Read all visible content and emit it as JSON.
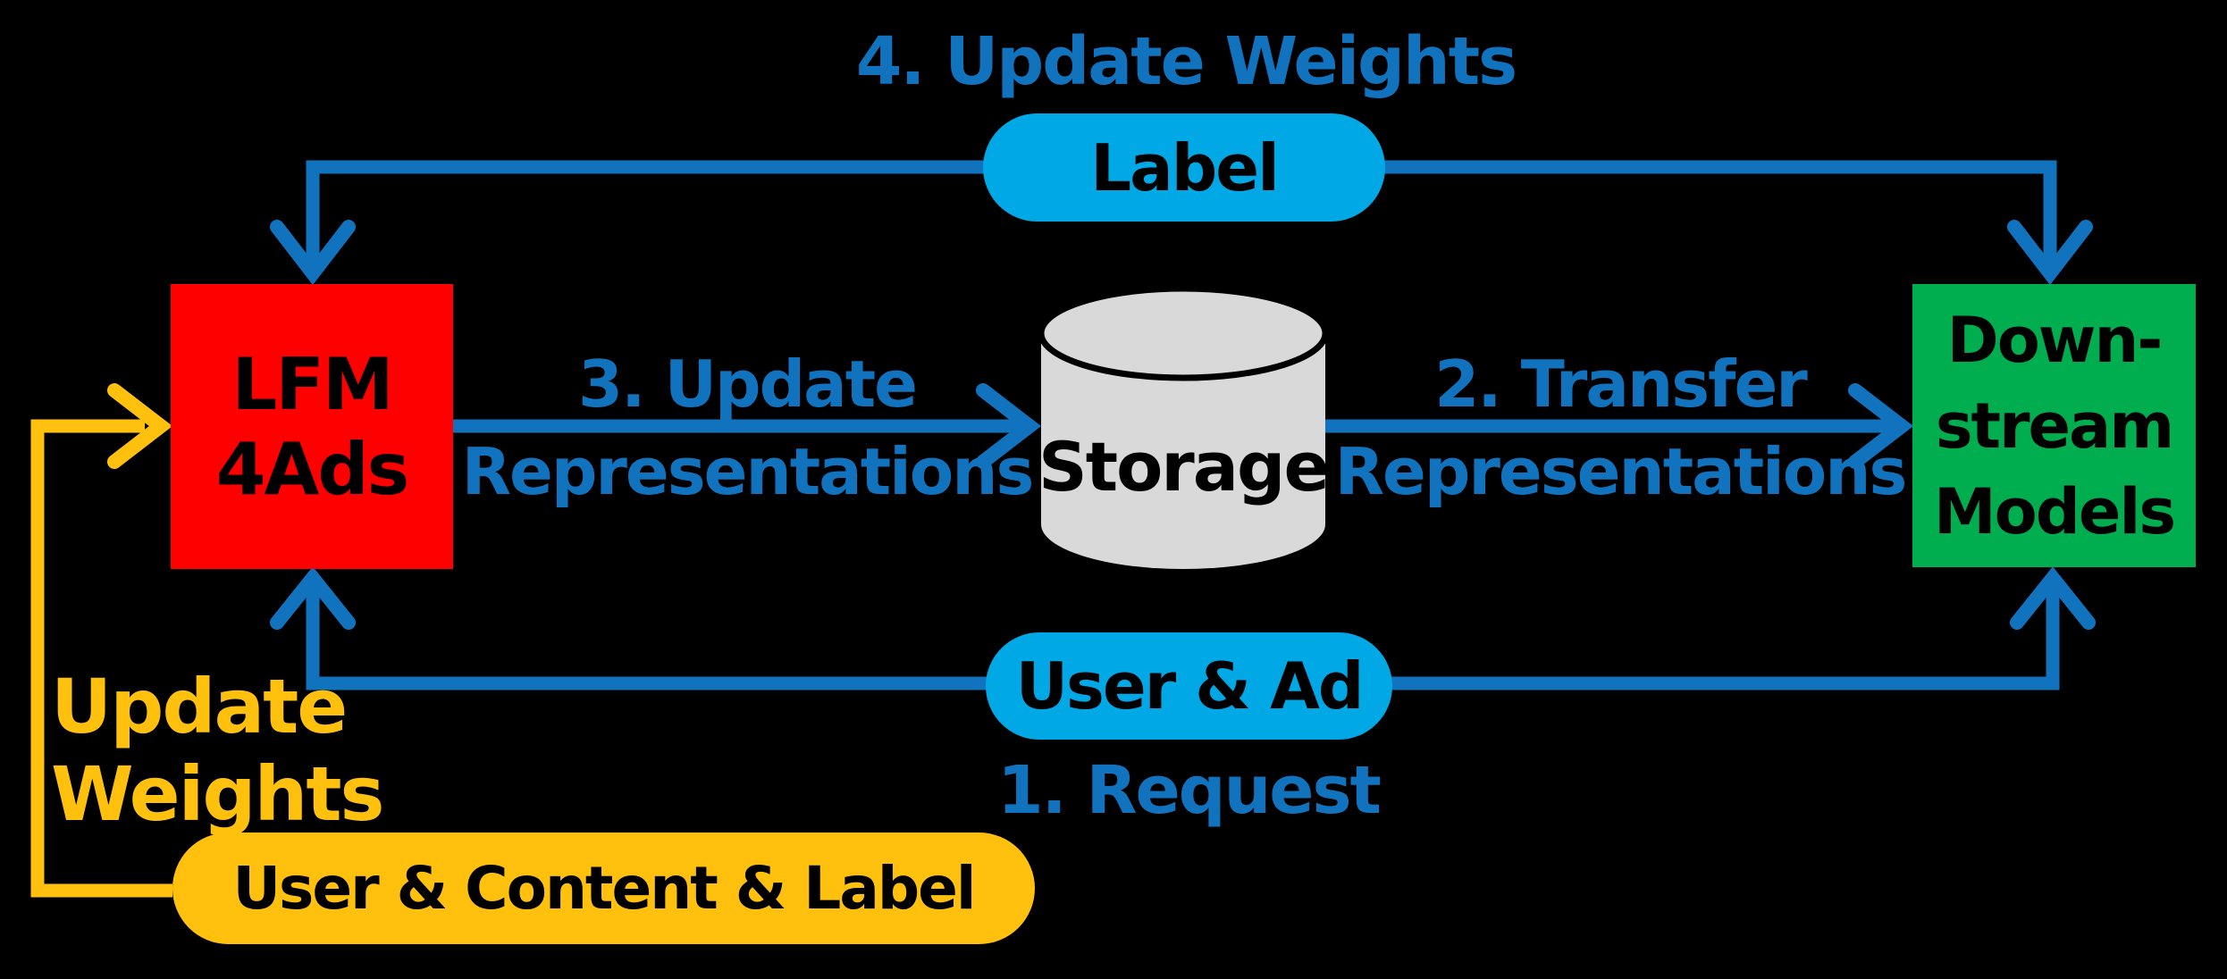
{
  "diagram": {
    "background": "#000000",
    "colors": {
      "arrow_blue": "#1173BD",
      "label_blue": "#1173BD",
      "pill_cyan": "#00A9E6",
      "accent_yellow": "#FFC10D",
      "node_red": "#FF0000",
      "node_green": "#00AD4F",
      "cylinder_gray": "#D9D9D9"
    },
    "nodes": {
      "lfm": {
        "line1": "LFM",
        "line2": "4Ads"
      },
      "storage": {
        "label": "Storage"
      },
      "downstream": {
        "line1": "Down-",
        "line2": "stream",
        "line3": "Models"
      }
    },
    "pills": {
      "label": {
        "text": "Label"
      },
      "user_ad": {
        "text": "User & Ad"
      },
      "user_content_label": {
        "text": "User & Content & Label"
      }
    },
    "edge_labels": {
      "step4": "4. Update Weights",
      "step3_line1": "3. Update",
      "step3_line2": "Representations",
      "step2_line1": "2. Transfer",
      "step2_line2": "Representations",
      "step1": "1. Request",
      "left_loop_line1": "Update",
      "left_loop_line2": "Weights"
    }
  }
}
